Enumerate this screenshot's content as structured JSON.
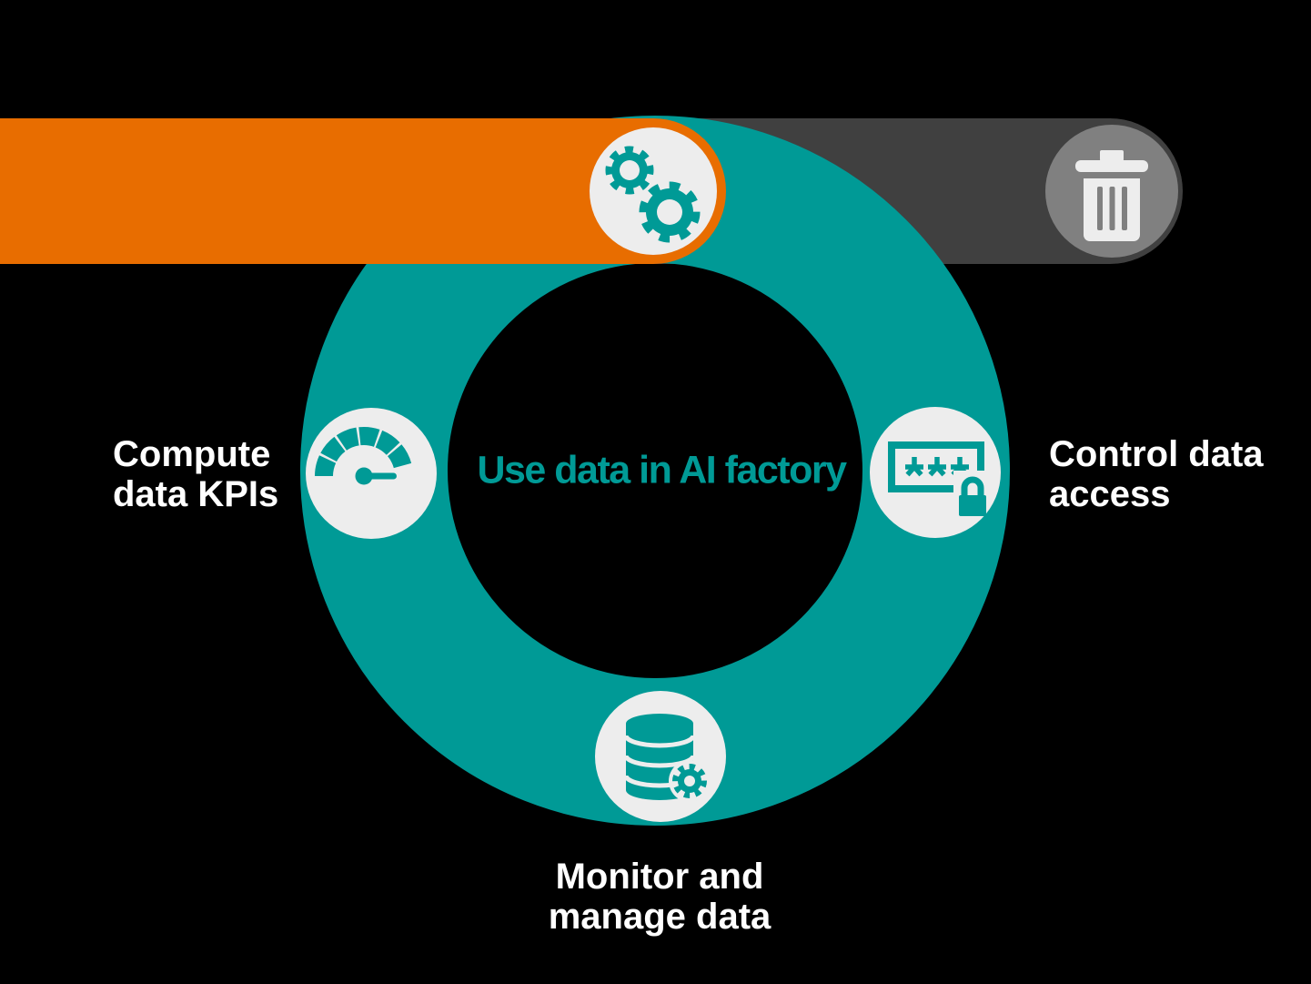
{
  "figure": {
    "title": "Use data in AI factory"
  },
  "labels": {
    "compute": {
      "line1": "Compute",
      "line2": "data KPIs"
    },
    "control": {
      "line1": "Control data",
      "line2": "access"
    },
    "monitor": {
      "line1": "Monitor and",
      "line2": "manage data"
    }
  },
  "icons": {
    "process": "gears-icon",
    "delete": "trash-icon",
    "kpi": "gauge-icon",
    "access": "password-lock-icon",
    "storage": "database-gear-icon"
  },
  "colors": {
    "teal": "#009A96",
    "orange": "#E86D00",
    "bar_gray": "#404040",
    "trash_circle_gray": "#808080",
    "node_fill": "#EDEDED",
    "background": "#000000",
    "label_text": "#FFFFFF"
  }
}
